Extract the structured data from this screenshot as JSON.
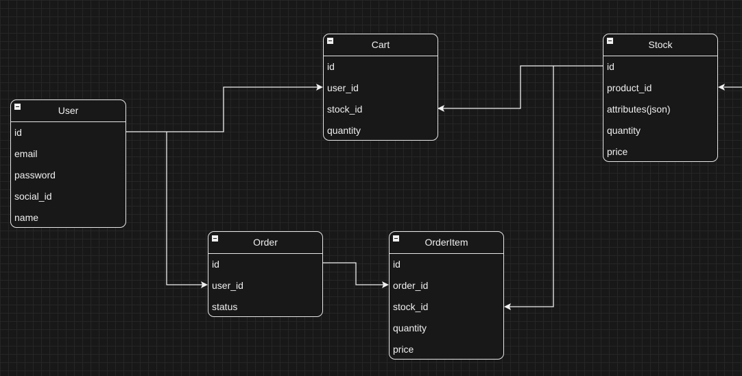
{
  "entities": {
    "user": {
      "title": "User",
      "fields": [
        "id",
        "email",
        "password",
        "social_id",
        "name"
      ]
    },
    "cart": {
      "title": "Cart",
      "fields": [
        "id",
        "user_id",
        "stock_id",
        "quantity"
      ]
    },
    "stock": {
      "title": "Stock",
      "fields": [
        "id",
        "product_id",
        "attributes(json)",
        "quantity",
        "price"
      ]
    },
    "order": {
      "title": "Order",
      "fields": [
        "id",
        "user_id",
        "status"
      ]
    },
    "orderitem": {
      "title": "OrderItem",
      "fields": [
        "id",
        "order_id",
        "stock_id",
        "quantity",
        "price"
      ]
    }
  },
  "relations": [
    {
      "from": "User.id",
      "to": "Cart.user_id"
    },
    {
      "from": "User.id",
      "to": "Order.user_id"
    },
    {
      "from": "Stock.id",
      "to": "Cart.stock_id"
    },
    {
      "from": "Stock.id",
      "to": "OrderItem.stock_id"
    },
    {
      "from": "Order.id",
      "to": "OrderItem.order_id"
    },
    {
      "to": "Stock.product_id"
    }
  ]
}
